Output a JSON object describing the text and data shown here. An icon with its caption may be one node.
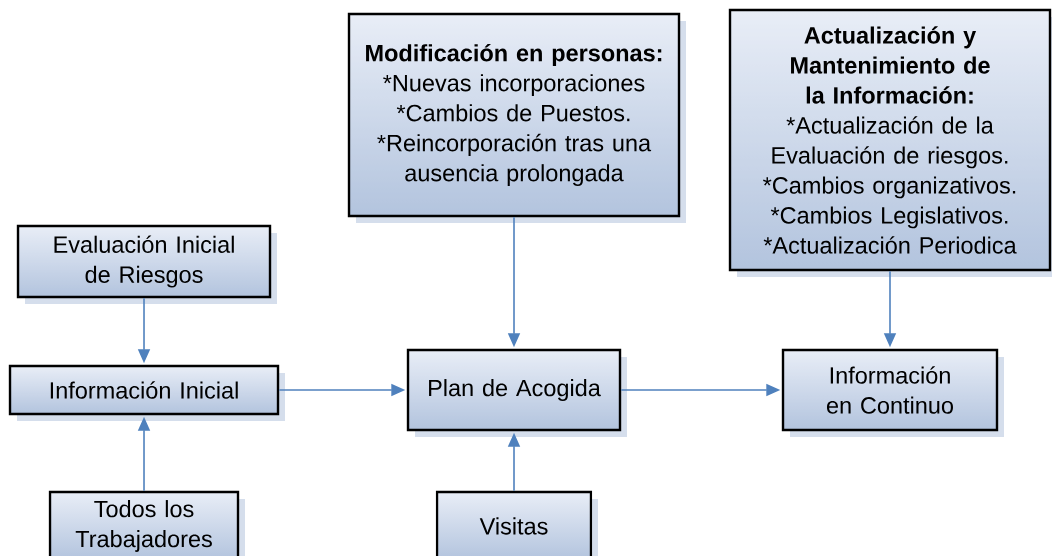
{
  "diagram": {
    "nodes": [
      {
        "text": [
          "Modificación en personas:",
          "*Nuevas incorporaciones",
          "*Cambios de Puestos.",
          "*Reincorporación tras una ausencia prolongada"
        ]
      },
      {
        "text": [
          "Actualización y Mantenimiento de la Información:",
          "*Actualización de la Evaluación de riesgos.",
          "*Cambios organizativos.",
          "*Cambios Legislativos.",
          "*Actualización Periodica"
        ]
      },
      {
        "text": [
          "Evaluación Inicial de Riesgos"
        ]
      },
      {
        "text": [
          "Información Inicial"
        ]
      },
      {
        "text": [
          "Plan de Acogida"
        ]
      },
      {
        "text": [
          "Información en Continuo"
        ]
      },
      {
        "text": [
          "Todos los Trabajadores"
        ]
      },
      {
        "text": [
          "Visitas"
        ]
      }
    ],
    "edges": [
      {
        "from": 2,
        "to": 3,
        "arrow": "to"
      },
      {
        "from": 6,
        "to": 3,
        "arrow": "to"
      },
      {
        "from": 3,
        "to": 4,
        "arrow": "to"
      },
      {
        "from": 0,
        "to": 4,
        "arrow": "to"
      },
      {
        "from": 7,
        "to": 4,
        "arrow": "to"
      },
      {
        "from": 4,
        "to": 5,
        "arrow": "to"
      },
      {
        "from": 1,
        "to": 5,
        "arrow": "to"
      }
    ]
  }
}
